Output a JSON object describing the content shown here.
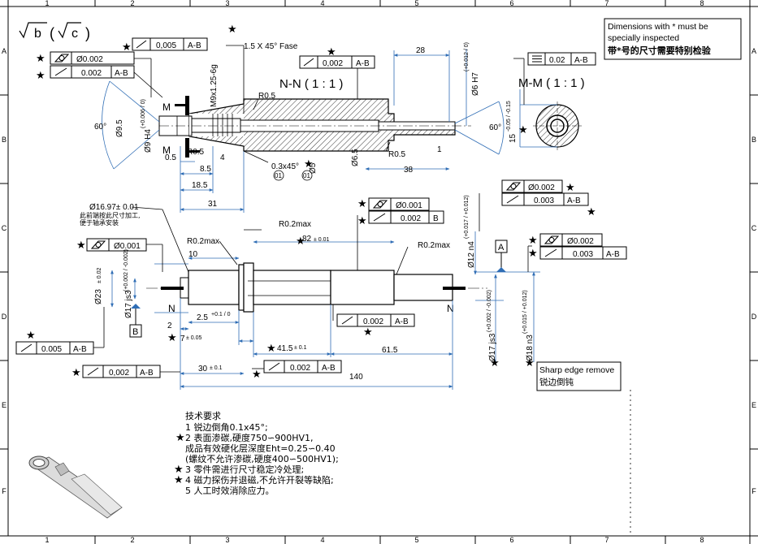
{
  "grid": {
    "cols": [
      "1",
      "2",
      "3",
      "4",
      "5",
      "6",
      "7",
      "8"
    ],
    "rows": [
      "A",
      "B",
      "C",
      "D",
      "E",
      "F"
    ]
  },
  "roughness": {
    "main": "b",
    "paren": "c",
    "open": "(",
    "close": ")"
  },
  "note_box": {
    "line1": "Dimensions with * must be",
    "line2": "specially inspected",
    "line3": "带*号的尺寸需要特别检验"
  },
  "views": {
    "nn": "N-N ( 1 : 1 )",
    "mm": "M-M ( 1 : 1 )"
  },
  "fcf": {
    "runout": "⌀",
    "cyl_002a": "Ø0.002",
    "r_002a": "0.002",
    "ab": "A-B",
    "r_0005": "0,005",
    "r_002_nn": "0,002",
    "flat_002": "0.02",
    "cyl_002_top": "Ø0.002",
    "r_0003": "0.003",
    "cyl_0001": "Ø0.001",
    "r_002b": "0.002",
    "b": "B",
    "cyl_0001_left": "Ø0.001",
    "cyl_0002_right": "Ø0.002",
    "r_0003_right": "0.003",
    "r_0002_mid": "0.002",
    "r_0005_left": "0.005",
    "r_0002_bot": "0,002",
    "r_0002_bot2": "0.002"
  },
  "dims": {
    "chamfer": "1.5 X 45° Fase",
    "thread": "M9x1.25-6g",
    "r05a": "R0.5",
    "r05b": "R0.5",
    "r05c": "R0.5",
    "d28": "28",
    "d6h7": "Ø6 H7",
    "tol_6h7": "(+0.012 / 0)",
    "a60l": "60°",
    "a60r": "60°",
    "d95": "Ø9.5",
    "d9h4": "Ø9 H4",
    "tol_9h4": "(+0.006 / 0)",
    "d05": "0.5",
    "d4": "4",
    "d85": "8.5",
    "d185": "18.5",
    "d31": "31",
    "chamfer2": "0.3x45°",
    "circ1a": "01",
    "circ1b": "01",
    "d5": "Ø5",
    "d65": "Ø6.5",
    "d38": "38",
    "d1": "1",
    "d15": "15",
    "tol_15": "-0.05 / -0.15",
    "m_left": "M",
    "m_left2": "M",
    "n_left": "N",
    "n_right": "N",
    "d1697": "Ø16.97± 0.01",
    "cn_note1": "此前端按此尺寸加工,",
    "cn_note2": "便于轴承安装",
    "r02max_a": "R0.2max",
    "r02max_b": "R0.2max",
    "r02max_c": "R0.2max",
    "d82": "82",
    "tol_82": "± 0.01",
    "d10": "10",
    "d12n4": "Ø12 n4",
    "tol_12n4": "(+0.017 / +0.012)",
    "d23": "Ø23",
    "tol_23": "± 0.02",
    "d17js3": "Ø17 js3",
    "tol_17js3": "(+0.002 / -0.002)",
    "d17js3r": "Ø17 js3",
    "tol_17js3r": "(+0.002 / -0.002)",
    "d18n3": "Ø18 n3",
    "tol_18n3": "(+0.015 / +0.012)",
    "d25": "2.5",
    "tol_25": "+0.1 / 0",
    "d2": "2",
    "d7": "7",
    "tol_7": "± 0.05",
    "d415": "41.5",
    "tol_415": "± 0.1",
    "d615": "61.5",
    "d30": "30",
    "tol_30": "± 0.1",
    "d140": "140",
    "datum_a": "A",
    "datum_b": "B",
    "sharp1": "Sharp edge remove",
    "sharp2": "锐边倒钝"
  },
  "tech": {
    "title": "技术要求",
    "l1": "1  锐边倒角0.1x45°;",
    "l2": "2  表面渗碳,硬度750∽900HV1,",
    "l3": "成品有效硬化层深度Eht=0.25∽0.40",
    "l4": "(螺纹不允许渗碳,硬度400∽500HV1);",
    "l5": "3  零件需进行尺寸稳定冷处理;",
    "l6": "4  磁力探伤并退磁,不允许开裂等缺陷;",
    "l7": "5  人工时效消除应力。"
  },
  "colors": {
    "dim_line": "#2f6db5",
    "outline": "#000000",
    "hatch": "#000000"
  }
}
